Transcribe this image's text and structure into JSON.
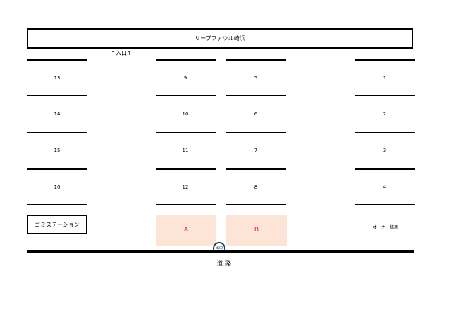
{
  "title": "リープファウル崎浜",
  "entrance": "↑入口↑",
  "columns": {
    "col1": [
      "13",
      "14",
      "15",
      "16"
    ],
    "col2": [
      "9",
      "10",
      "11",
      "12"
    ],
    "col3": [
      "5",
      "6",
      "7",
      "8"
    ],
    "col4": [
      "1",
      "2",
      "3",
      "4"
    ]
  },
  "trash_station": "ゴミステーション",
  "spot_a": "A",
  "spot_b": "B",
  "owner_use": "オーナー様用",
  "mark": "出口",
  "road": "道路",
  "colors": {
    "spot_fill": "#fce4d6",
    "spot_text": "#e02020"
  }
}
